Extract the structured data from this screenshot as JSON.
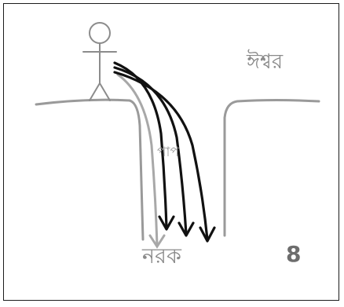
{
  "labels": {
    "god": "ঈশ্বর",
    "sin": "পাপ",
    "hell": "নরক",
    "page_number": "8"
  },
  "colors": {
    "frame": "#1c1c1c",
    "ground": "#9a9a9a",
    "figure": "#8c8c8c",
    "arrows": "#111111",
    "label": "#8a8a8a"
  },
  "icons": {
    "figure": "stick-figure",
    "arrows": "curved-down-arrows"
  }
}
